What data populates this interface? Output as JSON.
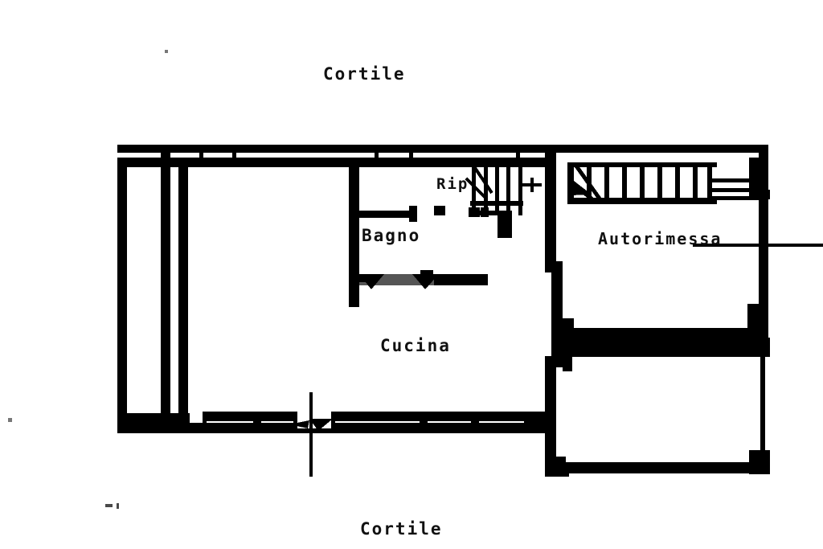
{
  "document": {
    "type": "floor-plan",
    "language": "it",
    "title": "Planimetria"
  },
  "labels": {
    "cortile_top": "Cortile",
    "cortile_bottom": "Cortile",
    "bagno": "Bagno",
    "cucina": "Cucina",
    "rip": "Rip",
    "autorimessa": "Autorimessa"
  },
  "rooms": [
    {
      "name": "Cortile",
      "position": "top",
      "type": "courtyard"
    },
    {
      "name": "Cortile",
      "position": "bottom",
      "type": "courtyard"
    },
    {
      "name": "Bagno",
      "position": "center-left",
      "type": "bathroom"
    },
    {
      "name": "Cucina",
      "position": "center",
      "type": "kitchen"
    },
    {
      "name": "Rip",
      "position": "center-top",
      "type": "storage"
    },
    {
      "name": "Autorimessa",
      "position": "right",
      "type": "garage"
    }
  ],
  "colors": {
    "wall": "#000000",
    "background": "#ffffff",
    "dimension_gray": "#555555",
    "text": "#111111"
  },
  "features": {
    "staircase_main": "stairs-right",
    "staircase_secondary": "stairs-center",
    "door_swing_bottom": "door-arrow",
    "leader_line_autorimessa": "leader-line",
    "dimension_line_vertical": "dimension-line"
  }
}
